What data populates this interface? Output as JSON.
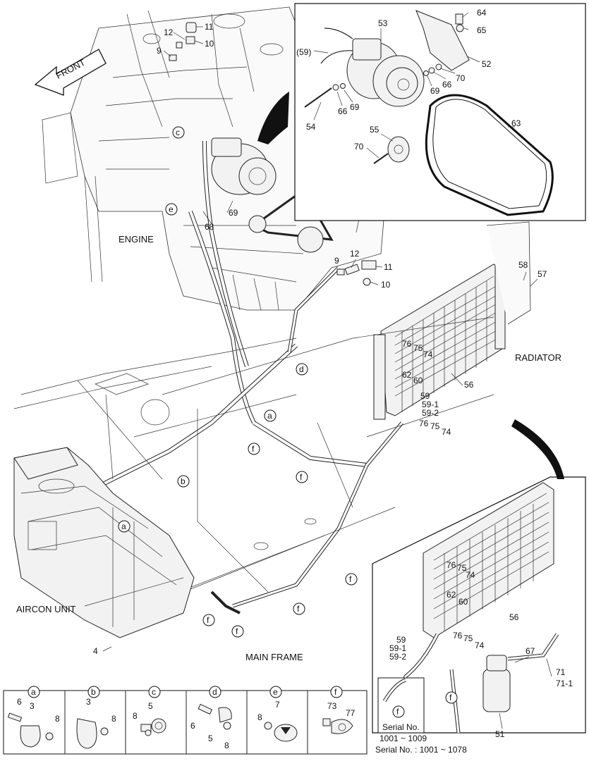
{
  "labels": {
    "front": "FRONT",
    "engine": "ENGINE",
    "radiator": "RADIATOR",
    "aircon_unit": "AIRCON UNIT",
    "main_frame": "MAIN FRAME",
    "serial_note_title": "Serial No.",
    "serial_note_range": "1001 ~ 1009",
    "serial_footer": "Serial No. : 1001 ~ 1078"
  },
  "part_numbers": {
    "p3": "3",
    "p4": "4",
    "p5": "5",
    "p6": "6",
    "p7": "7",
    "p8": "8",
    "p9": "9",
    "p10": "10",
    "p11": "11",
    "p12": "12",
    "p51": "51",
    "p52": "52",
    "p53": "53",
    "p54": "54",
    "p55": "55",
    "p56": "56",
    "p57": "57",
    "p58": "58",
    "p59": "59",
    "p59_1": "59-1",
    "p59_2": "59-2",
    "p59_paren": "(59)",
    "p60": "60",
    "p62": "62",
    "p63": "63",
    "p64": "64",
    "p65": "65",
    "p66": "66",
    "p67": "67",
    "p68": "68",
    "p69": "69",
    "p70": "70",
    "p71": "71",
    "p71_1": "71-1",
    "p73": "73",
    "p74": "74",
    "p75": "75",
    "p76": "76",
    "p77": "77"
  },
  "clamp_letters": {
    "a": "a",
    "b": "b",
    "c": "c",
    "d": "d",
    "e": "e",
    "f": "f"
  }
}
